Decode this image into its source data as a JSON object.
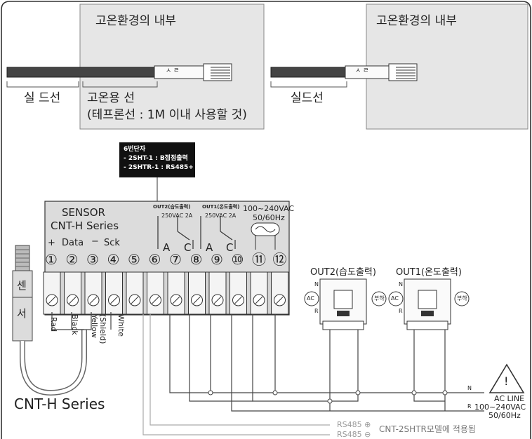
{
  "cable_section": {
    "left": {
      "inside_label": "고온환경의 내부",
      "shield_wire_label": "실 드선",
      "heat_wire_label": "고온용 선",
      "heat_wire_note": "(테프론선 : 1M 이내 사용할 것)",
      "sleeve_text": "ㅅ  ㄹ"
    },
    "right": {
      "inside_label": "고온환경의 내부",
      "shield_wire_label": "실드선",
      "sleeve_text": "ㅅ  ㄹ"
    }
  },
  "note_box": {
    "title": "6번단자",
    "line1": "- 2SHT-1 : B접점출력",
    "line2": "- 2SHTR-1 : RS485+"
  },
  "controller": {
    "sensor_title": "SENSOR",
    "sensor_series": "CNT-H Series",
    "pin_header": [
      "+",
      "Data",
      "−",
      "Sck"
    ],
    "out2_label": "OUT2(습도출력)",
    "out1_label": "OUT1(온도출력)",
    "out2_rating": "250VAC 2A",
    "out1_rating": "250VAC 2A",
    "power_rating": "100~240VAC",
    "power_freq": "50/60Hz",
    "contact_labels": [
      "A",
      "C",
      "A",
      "C"
    ],
    "terminals": [
      "①",
      "②",
      "③",
      "④",
      "⑤",
      "⑥",
      "⑦",
      "⑧",
      "⑨",
      "⑩",
      "⑪",
      "⑫"
    ]
  },
  "sensor_probe": {
    "char1": "센",
    "char2": "서",
    "series_label": "CNT-H Series",
    "wire_colors": [
      "Rad",
      "Black",
      "Yellow",
      "(Shield)",
      "White"
    ]
  },
  "relays": {
    "out2_title": "OUT2(습도출력)",
    "out1_title": "OUT1(온도출력)",
    "ac_label": "AC",
    "load_label": "부하",
    "n_label": "N",
    "r_label": "R"
  },
  "ac_line": {
    "warning_symbol": "!",
    "title": "AC LINE",
    "voltage": "100~240VAC",
    "freq": "50/60Hz",
    "n_label": "N",
    "r_label": "R"
  },
  "rs485": {
    "plus_label": "RS485 ⊕",
    "minus_label": "RS485 ⊖",
    "note": "CNT-2SHTR모델에 적용됨"
  }
}
